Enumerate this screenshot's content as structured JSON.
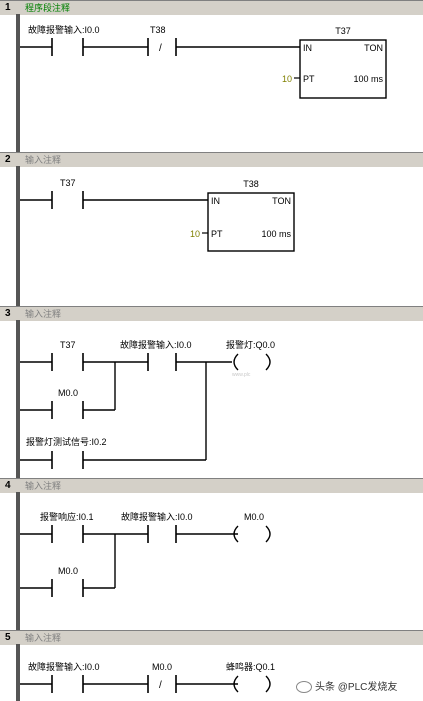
{
  "networks": [
    {
      "number": "1",
      "comment": "程序段注释",
      "c1_label": "故障报警输入:I0.0",
      "c2_label": "T38",
      "c2_type": "/",
      "box_title": "T37",
      "box_in": "IN",
      "box_type": "TON",
      "box_pt_value": "10",
      "box_pt": "PT",
      "box_unit": "100 ms"
    },
    {
      "number": "2",
      "comment": "输入注释",
      "c1_label": "T37",
      "box_title": "T38",
      "box_in": "IN",
      "box_type": "TON",
      "box_pt_value": "10",
      "box_pt": "PT",
      "box_unit": "100 ms"
    },
    {
      "number": "3",
      "comment": "输入注释",
      "c1_label": "T37",
      "c2_label": "故障报警输入:I0.0",
      "coil_label": "报警灯:Q0.0",
      "c3_label": "M0.0",
      "c4_label": "报警灯测试信号:I0.2"
    },
    {
      "number": "4",
      "comment": "输入注释",
      "c1_label": "报警响应:I0.1",
      "c2_label": "故障报警输入:I0.0",
      "coil_label": "M0.0",
      "c3_label": "M0.0"
    },
    {
      "number": "5",
      "comment": "输入注释",
      "c1_label": "故障报警输入:I0.0",
      "c2_label": "M0.0",
      "c2_type": "/",
      "coil_label": "蜂鸣器:Q0.1"
    }
  ],
  "watermark": {
    "line1": "头条 @PLC发烧友",
    "faint": "www.plc"
  }
}
